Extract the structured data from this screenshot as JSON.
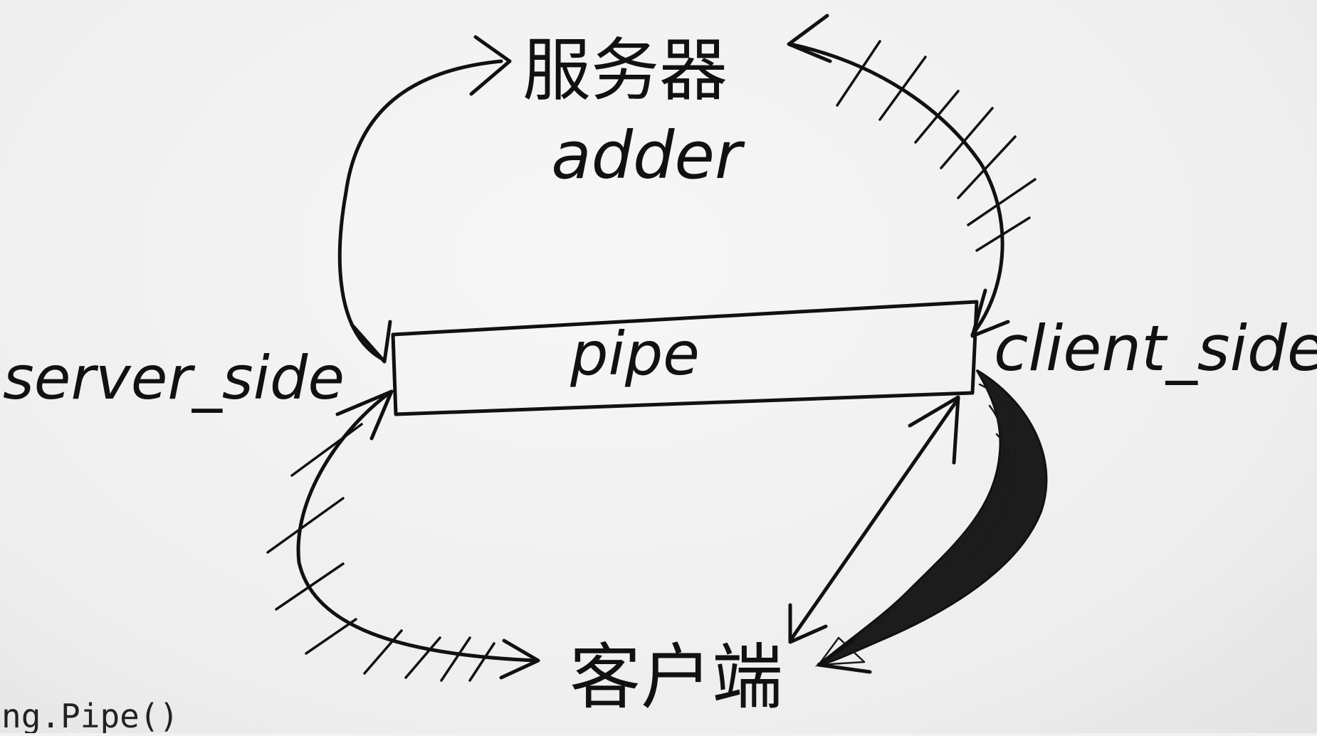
{
  "nodes": {
    "server": {
      "title": "服务器",
      "name": "adder"
    },
    "client": {
      "title": "客户端"
    },
    "pipe": {
      "label": "pipe"
    }
  },
  "side_labels": {
    "server_side": "server_side",
    "client_side": "client_side"
  },
  "code_fragment": "ng.Pipe()",
  "colors": {
    "ink": "#111111",
    "paper": "#f1f1f1"
  }
}
